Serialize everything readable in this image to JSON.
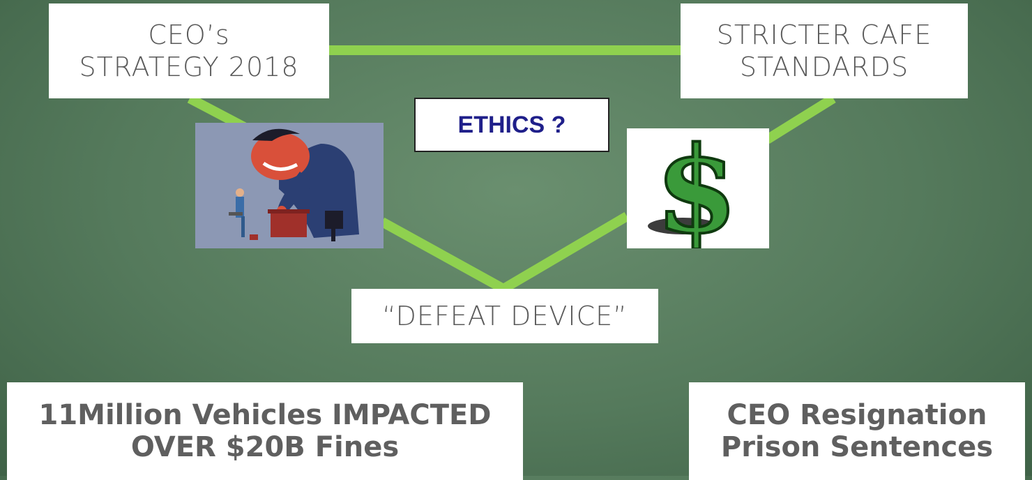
{
  "nodes": {
    "ceo_strategy": [
      "CEO’s",
      "STRATEGY 2018"
    ],
    "cafe_standards": [
      "STRICTER CAFE",
      "STANDARDS"
    ],
    "ethics": "ETHICS ?",
    "defeat_device": "“DEFEAT DEVICE”",
    "impact": [
      "11Million Vehicles IMPACTED",
      "OVER $20B Fines"
    ],
    "ceo_resignation": [
      "CEO Resignation",
      "Prison Sentences"
    ]
  },
  "images": {
    "boss": "giant-boss-illustration",
    "dollar": "dollar-sign-illustration"
  },
  "colors": {
    "connector": "#8fd14f",
    "ethics_text": "#1f1f8a",
    "body_text": "#595959"
  }
}
